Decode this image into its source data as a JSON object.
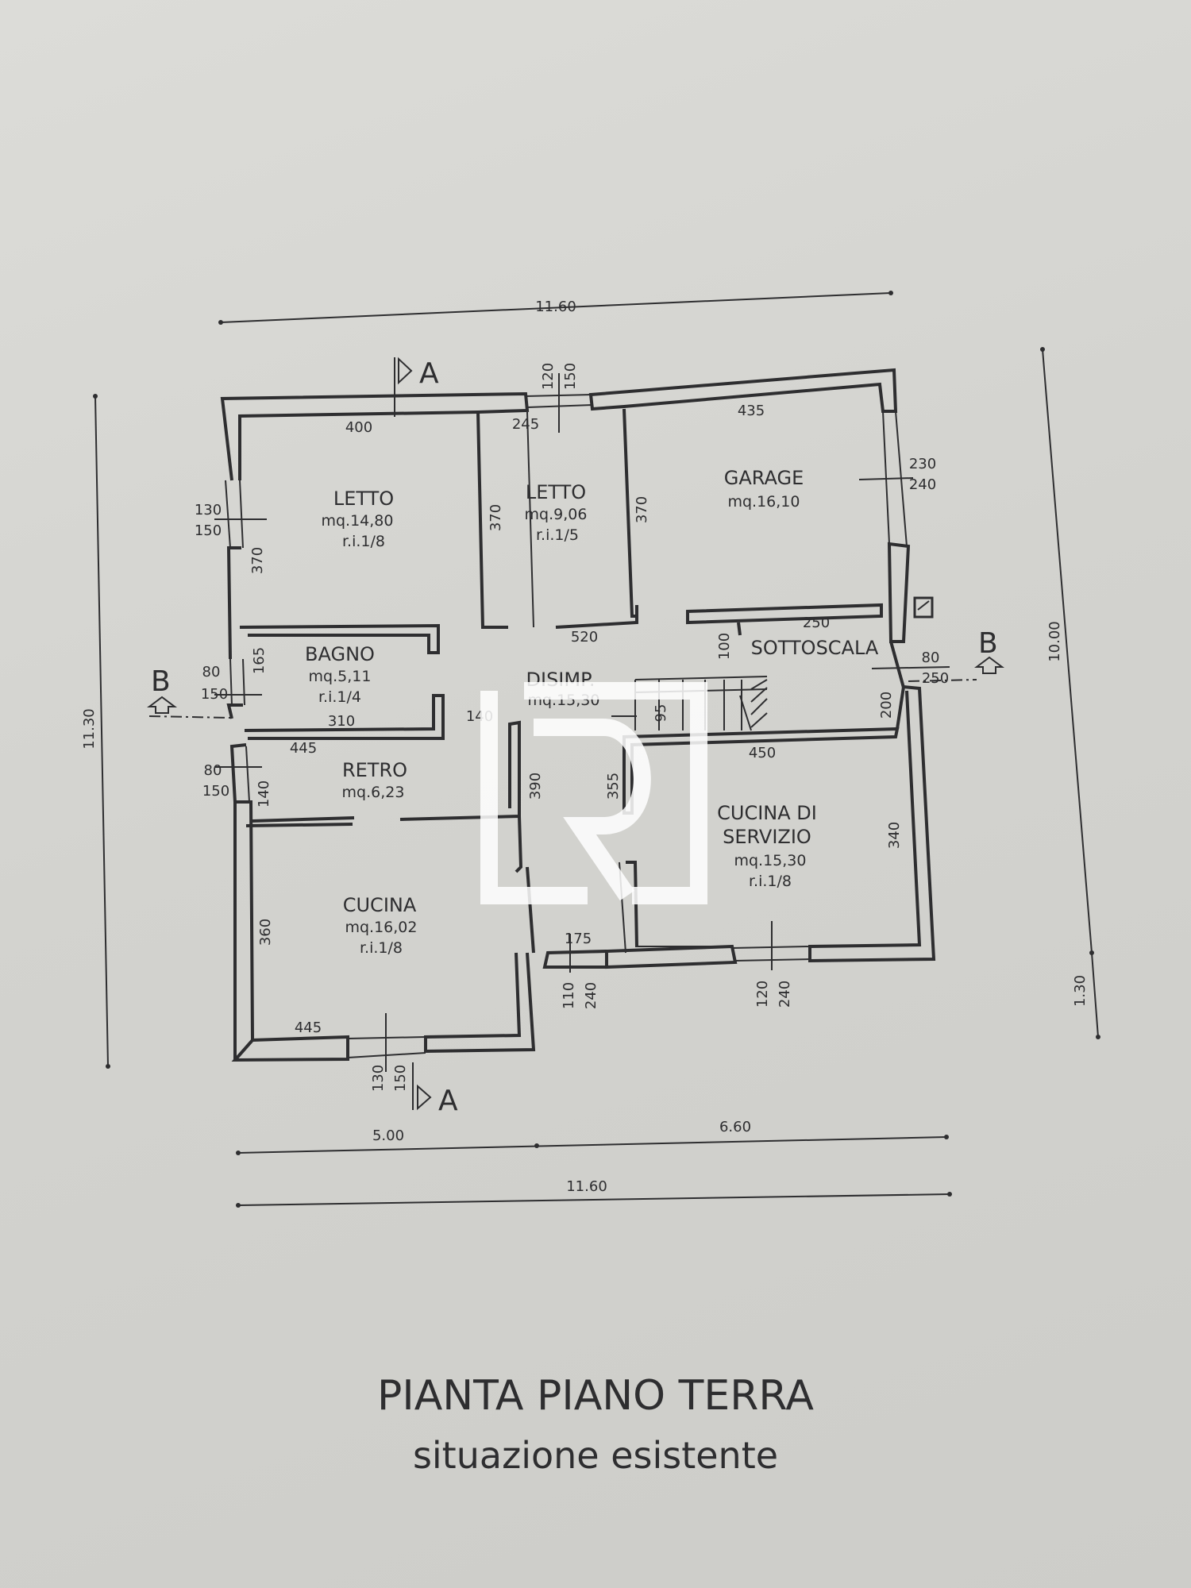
{
  "title": "PIANTA PIANO TERRA",
  "subtitle": "situazione esistente",
  "rooms": {
    "letto1": {
      "name": "LETTO",
      "area": "mq.14,80",
      "ri": "r.i.1/8"
    },
    "letto2": {
      "name": "LETTO",
      "area": "mq.9,06",
      "ri": "r.i.1/5"
    },
    "garage": {
      "name": "GARAGE",
      "area": "mq.16,10"
    },
    "bagno": {
      "name": "BAGNO",
      "area": "mq.5,11",
      "ri": "r.i.1/4"
    },
    "disimp": {
      "name": "DISIMP.",
      "area": "mq.15,30"
    },
    "sottoscala": {
      "name": "SOTTOSCALA"
    },
    "retro": {
      "name": "RETRO",
      "area": "mq.6,23"
    },
    "cucina_servizio": {
      "name1": "CUCINA DI",
      "name2": "SERVIZIO",
      "area": "mq.15,30",
      "ri": "r.i.1/8"
    },
    "cucina": {
      "name": "CUCINA",
      "area": "mq.16,02",
      "ri": "r.i.1/8"
    }
  },
  "overall_dimensions": {
    "top_width": "11.60",
    "left_height": "11.30",
    "right_height": "10.00",
    "right_bottom": "1.30",
    "bottom_left": "5.00",
    "bottom_right": "6.60",
    "bottom_total": "11.60"
  },
  "section_markers": {
    "a": "A",
    "b": "B"
  },
  "room_dimensions": {
    "d400": "400",
    "d245": "245",
    "d435": "435",
    "d120_top": "120",
    "d150_top": "150",
    "d230": "230",
    "d240_garage": "240",
    "d130_left": "130",
    "d150_left": "150",
    "d370_l1": "370",
    "d370_l2": "370",
    "d370_g": "370",
    "d520": "520",
    "d250_sotto": "250",
    "d100": "100",
    "d165": "165",
    "d80_bagno": "80",
    "d150_bagno": "150",
    "d310": "310",
    "d140_dis": "140",
    "d95": "95",
    "d80_right": "80",
    "d250_right": "250",
    "d200": "200",
    "d445_retro": "445",
    "d80_retro": "80",
    "d150_retro": "150",
    "d140_retro": "140",
    "d390": "390",
    "d355": "355",
    "d450": "450",
    "d340": "340",
    "d360": "360",
    "d445_cucina": "445",
    "d175": "175",
    "d110": "110",
    "d240_mid": "240",
    "d120_bot": "120",
    "d240_bot": "240",
    "d130_bot": "130",
    "d150_bot": "150"
  }
}
